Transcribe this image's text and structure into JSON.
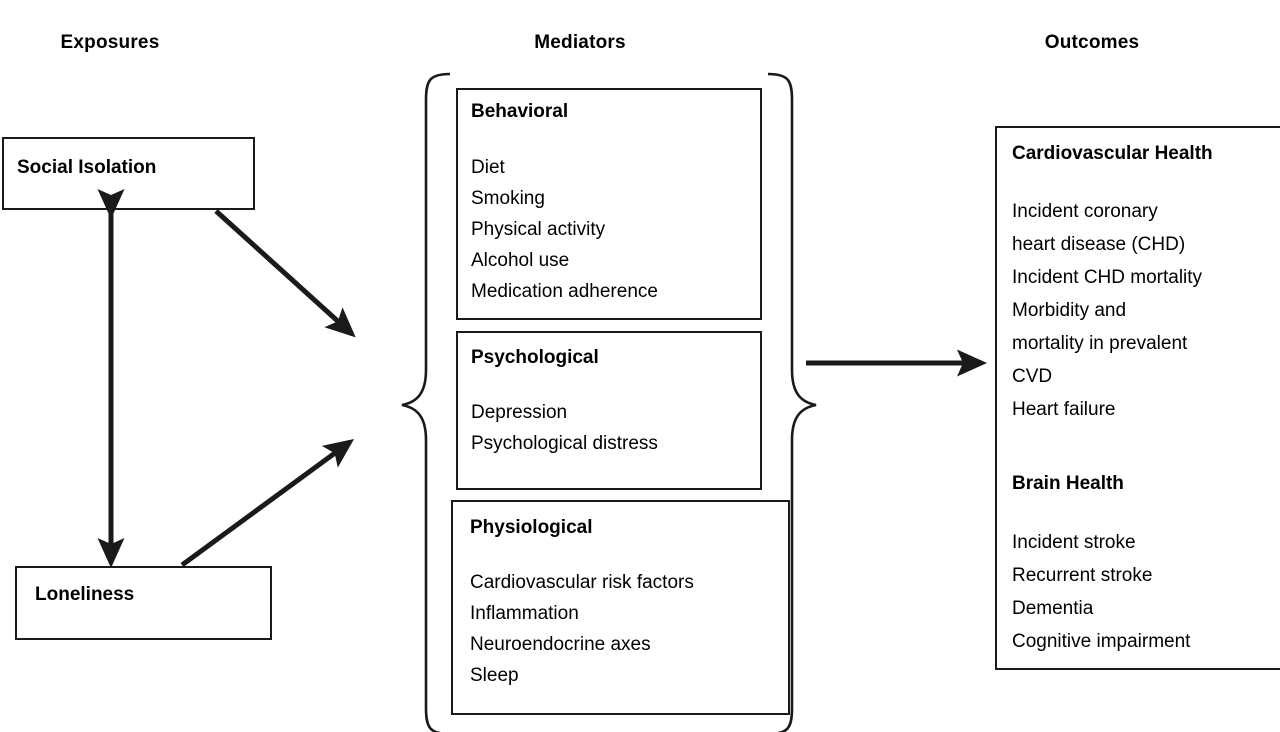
{
  "diagram": {
    "title_columns": [
      {
        "id": "exposures",
        "label": "Exposures"
      },
      {
        "id": "mediators",
        "label": "Mediators"
      },
      {
        "id": "outcomes",
        "label": "Outcomes"
      }
    ],
    "exposures": {
      "nodes": [
        {
          "id": "social-isolation",
          "label": "Social Isolation"
        },
        {
          "id": "loneliness",
          "label": "Loneliness"
        }
      ]
    },
    "mediators": {
      "groups": [
        {
          "id": "behavioral",
          "title": "Behavioral",
          "items": [
            "Diet",
            "Smoking",
            "Physical activity",
            "Alcohol use",
            "Medication adherence"
          ]
        },
        {
          "id": "psychological",
          "title": "Psychological",
          "items": [
            "Depression",
            "Psychological distress"
          ]
        },
        {
          "id": "physiological",
          "title": "Physiological",
          "items": [
            "Cardiovascular risk factors",
            "Inflammation",
            "Neuroendocrine axes",
            "Sleep"
          ]
        }
      ]
    },
    "outcomes": {
      "groups": [
        {
          "id": "cardiovascular-health",
          "title": "Cardiovascular Health",
          "items": [
            "Incident coronary",
            "heart disease (CHD)",
            "Incident CHD mortality",
            "Morbidity and",
            "mortality in prevalent",
            "CVD",
            "Heart failure"
          ]
        },
        {
          "id": "brain-health",
          "title": "Brain Health",
          "items": [
            "Incident stroke",
            "Recurrent stroke",
            "Dementia",
            "Cognitive impairment"
          ]
        }
      ]
    },
    "connectors": [
      {
        "id": "isolation-loneliness-bidirectional",
        "kind": "double-arrow-vertical"
      },
      {
        "id": "isolation-to-mediators",
        "kind": "arrow-diagonal-down"
      },
      {
        "id": "loneliness-to-mediators",
        "kind": "arrow-diagonal-up"
      },
      {
        "id": "mediators-to-outcomes",
        "kind": "arrow-horizontal"
      }
    ],
    "braces": [
      {
        "id": "mediators-left-brace"
      },
      {
        "id": "mediators-right-brace"
      }
    ],
    "colors": {
      "stroke": "#1a1a1a",
      "text": "#000000",
      "background": "#ffffff"
    }
  }
}
